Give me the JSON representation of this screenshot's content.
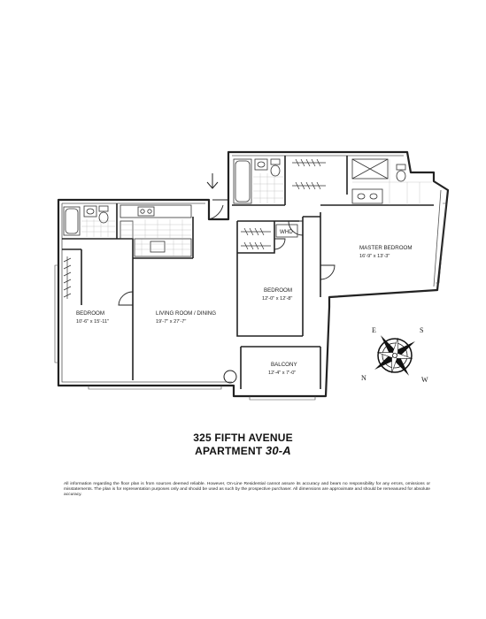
{
  "rooms": {
    "bedroom_left": {
      "name": "BEDROOM",
      "dims": "10'-6\" x 15'-11\""
    },
    "living": {
      "name": "LIVING ROOM / DINING",
      "dims": "19'-7\" x 27'-7\""
    },
    "bedroom_middle": {
      "name": "BEDROOM",
      "dims": "12'-0\" x 12'-8\""
    },
    "master": {
      "name": "MASTER BEDROOM",
      "dims": "16'-9\" x 13'-3\""
    },
    "balcony": {
      "name": "BALCONY",
      "dims": "12'-4\" x 7'-0\""
    }
  },
  "fixtures": {
    "whd_label": "WHD"
  },
  "compass": {
    "n": "N",
    "e": "E",
    "s": "S",
    "w": "W"
  },
  "title": {
    "line1": "325 FIFTH AVENUE",
    "line2_prefix": "APARTMENT",
    "line2_unit": "30-A"
  },
  "disclaimer": "All information regarding the floor plan is from sources deemed reliable. However, On-Line Residential cannot assure its accuracy and bears no responsibility for any errors, omissions or misstatements. The plan is for representation purposes only and should be used as such by the prospective purchaser. All dimensions are approximate and should be remeasured for absolute accuracy."
}
